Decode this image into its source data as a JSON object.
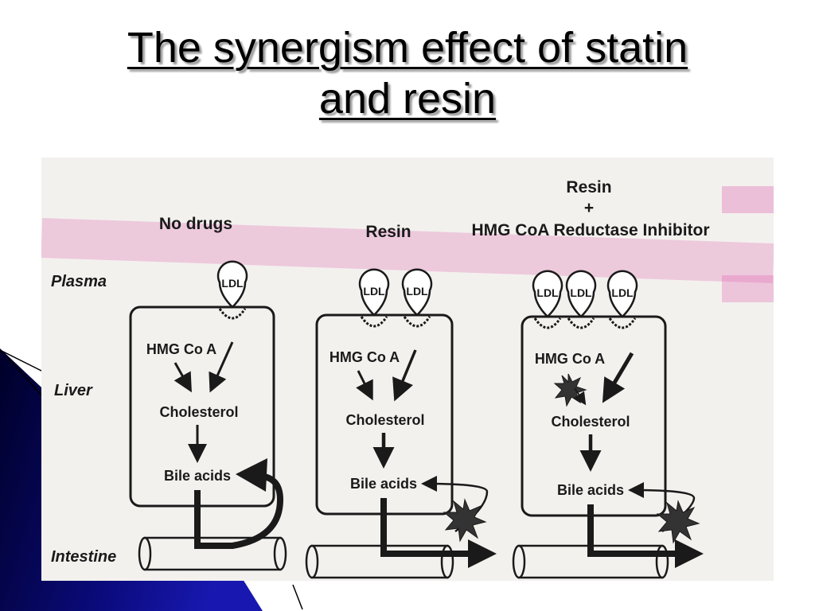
{
  "slide": {
    "title_line1": "The synergism effect of statin",
    "title_line2": "and resin"
  },
  "diagram": {
    "row_labels": {
      "plasma": "Plasma",
      "liver": "Liver",
      "intestine": "Intestine"
    },
    "panel1": {
      "heading": "No drugs",
      "ldl": "LDL",
      "hmg": "HMG Co A",
      "cholesterol": "Cholesterol",
      "bile": "Bile acids"
    },
    "panel2": {
      "heading": "Resin",
      "ldl": "LDL",
      "hmg": "HMG Co A",
      "cholesterol": "Cholesterol",
      "bile": "Bile acids"
    },
    "panel3": {
      "heading_line1": "Resin",
      "heading_line2": "+",
      "heading_line3": "HMG CoA Reductase Inhibitor",
      "ldl": "LDL",
      "hmg": "HMG Co A",
      "cholesterol": "Cholesterol",
      "bile": "Bile acids"
    }
  },
  "colors": {
    "slide_accent": "#0a0a7a",
    "highlight": "#e060b0",
    "ink": "#1a1a1a"
  }
}
